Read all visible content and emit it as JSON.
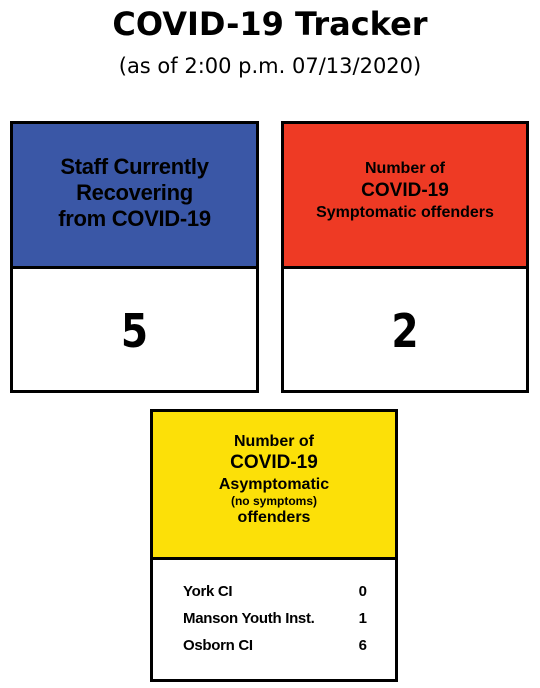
{
  "header": {
    "title": "COVID-19 Tracker",
    "subtitle": "(as of 2:00 p.m. 07/13/2020)"
  },
  "colors": {
    "staff_header": "#3a57a6",
    "symptomatic_header": "#ee3a24",
    "asymptomatic_header": "#fce008"
  },
  "staff_card": {
    "line1": "Staff Currently",
    "line2": "Recovering",
    "line3": "from COVID-19",
    "value": "5"
  },
  "symptomatic_card": {
    "line1": "Number of",
    "line2": "COVID-19",
    "line3": "Symptomatic offenders",
    "value": "2"
  },
  "asymptomatic_card": {
    "line1": "Number of",
    "line2": "COVID-19",
    "line3": "Asymptomatic",
    "line4": "(no symptoms)",
    "line5": "offenders",
    "facilities": [
      {
        "name": "York CI",
        "count": "0"
      },
      {
        "name": "Manson Youth Inst.",
        "count": "1"
      },
      {
        "name": "Osborn CI",
        "count": "6"
      }
    ]
  }
}
